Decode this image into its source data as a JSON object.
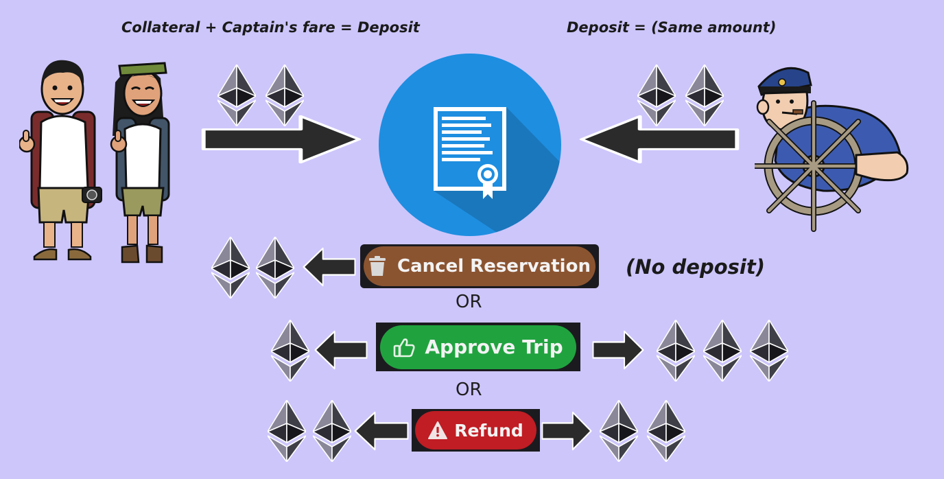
{
  "header": {
    "left_formula": "Collateral + Captain's fare = Deposit",
    "right_formula": "Deposit = (Same amount)"
  },
  "actions": {
    "cancel_label": "Cancel Reservation",
    "no_deposit_note": "(No deposit)",
    "or_1": "OR",
    "approve_label": "Approve Trip",
    "or_2": "OR",
    "refund_label": "Refund"
  },
  "icons": {
    "coin": "ethereum-icon",
    "contract": "contract-certificate-icon",
    "cancel": "trash-icon",
    "approve": "thumbs-up-icon",
    "refund": "warning-icon"
  },
  "colors": {
    "background": "#cdc6fb",
    "contract_circle": "#1e8ee0",
    "cancel_button": "#8b5431",
    "approve_button": "#20a33f",
    "refund_button": "#c01d24",
    "arrow": "#2b2b2b"
  }
}
